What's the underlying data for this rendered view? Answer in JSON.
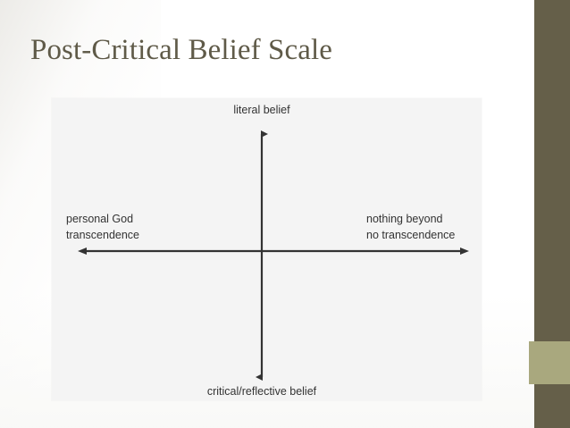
{
  "slide": {
    "title": "Post-Critical Belief Scale",
    "title_color": "#5f5a48",
    "background_color": "#ffffff"
  },
  "decor": {
    "sidebar_dark_color": "#655f49",
    "sidebar_accent_color": "#a9a87e"
  },
  "figure": {
    "panel_color": "#f4f4f4",
    "axis_color": "#333333",
    "label_color": "#333333",
    "top_label": "literal belief",
    "bottom_label": "critical/reflective belief",
    "left_label_line1": "personal God",
    "left_label_line2": "transcendence",
    "right_label_line1": "nothing beyond",
    "right_label_line2": "no transcendence"
  },
  "chart_data": {
    "type": "scatter",
    "title": "Post-Critical Belief Scale",
    "xlabel": "",
    "ylabel": "",
    "axes": [
      {
        "orientation": "vertical",
        "positive_end_label": "literal belief",
        "negative_end_label": "critical/reflective belief",
        "arrowheads": "both"
      },
      {
        "orientation": "horizontal",
        "negative_end_label": "personal God transcendence",
        "positive_end_label": "nothing beyond no transcendence",
        "arrowheads": "both"
      }
    ],
    "quadrant_labels": [
      "literal belief",
      "critical/reflective belief",
      "personal God transcendence",
      "nothing beyond no transcendence"
    ],
    "series": [],
    "values": [],
    "grid": false,
    "legend": "none"
  }
}
